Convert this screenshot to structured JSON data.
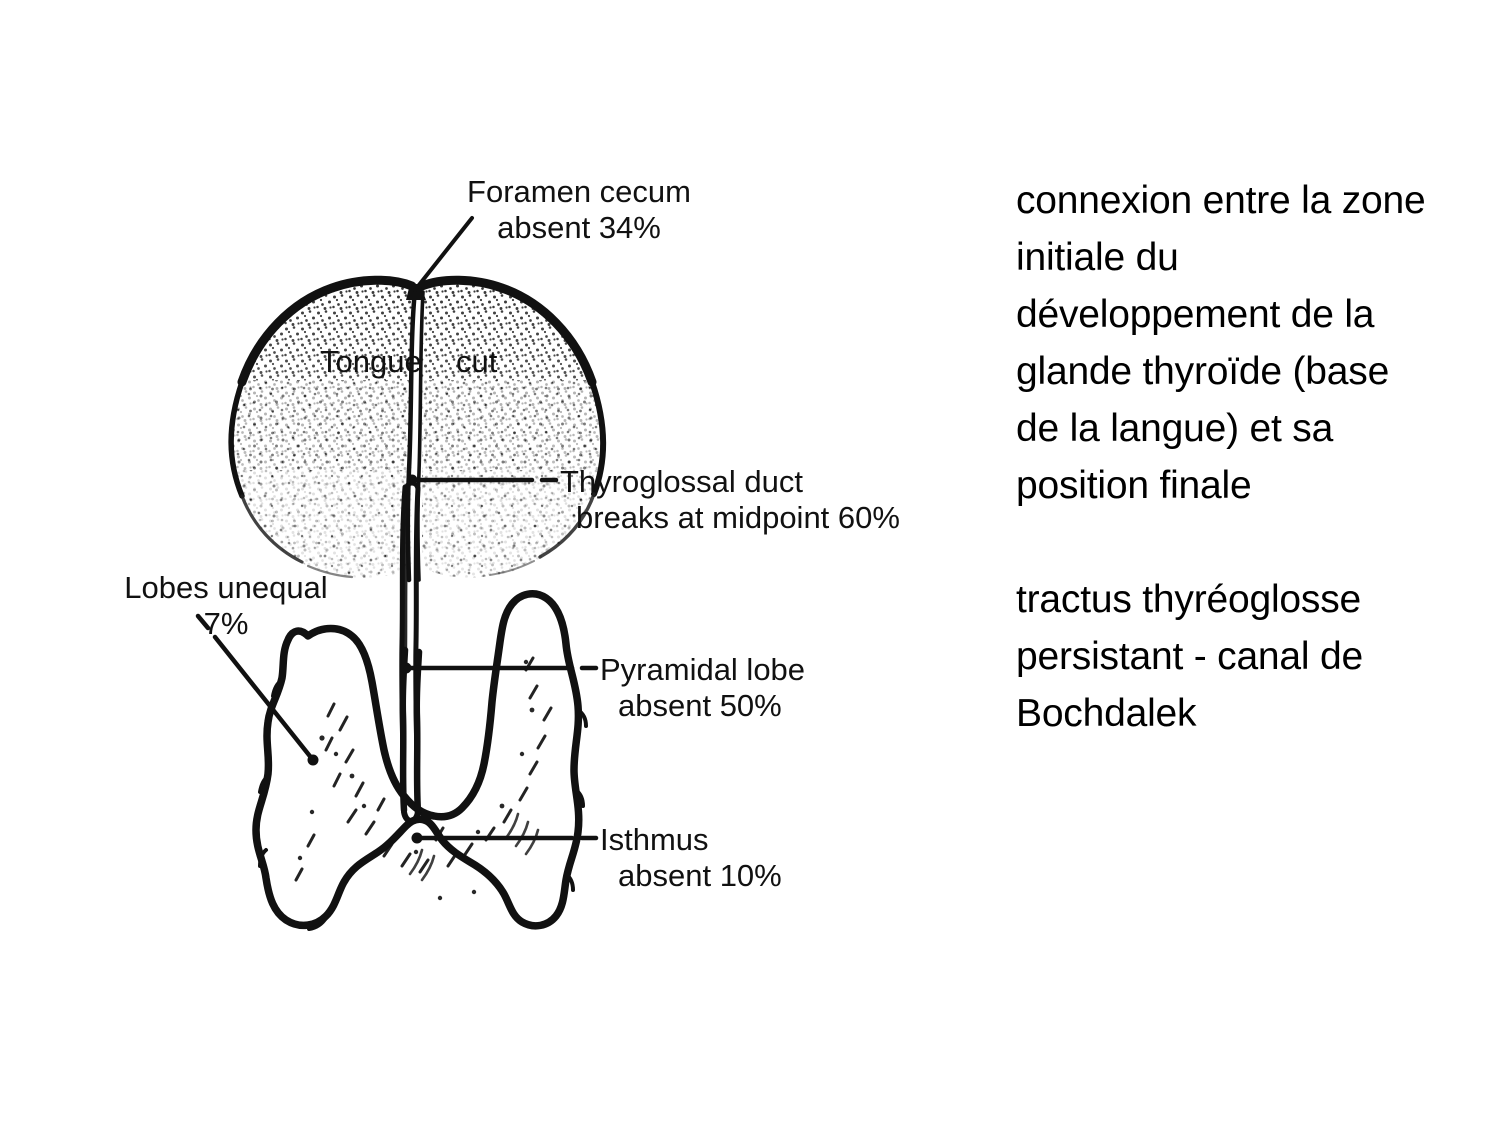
{
  "slide": {
    "background_color": "#ffffff",
    "ink_color": "#000000"
  },
  "figure": {
    "name": "thyroid-gland-and-tongue-anatomical-diagram",
    "description": "Line drawing of the tongue cut in the midline above and the thyroid gland below, connected by the thyroglossal duct, with leader-line labels giving frequency of anatomical variants.",
    "labels": {
      "foramen_cecum": {
        "line1": "Foramen cecum",
        "line2": "absent 34%"
      },
      "tongue": "Tongue",
      "cut": "cut",
      "thyroglossal_duct": {
        "line1": "Thyroglossal duct",
        "line2": "breaks at midpoint 60%"
      },
      "lobes_unequal": {
        "line1": "Lobes unequal",
        "line2": "7%"
      },
      "pyramidal_lobe": {
        "line1": "Pyramidal lobe",
        "line2": "absent 50%"
      },
      "isthmus": {
        "line1": "Isthmus",
        "line2": "absent 10%"
      }
    }
  },
  "commentary": {
    "paragraph_1": "connexion entre la zone initiale du développement de la glande thyroïde (base de la langue) et sa position finale",
    "paragraph_2": "tractus thyréoglosse persistant - canal de Bochdalek"
  }
}
